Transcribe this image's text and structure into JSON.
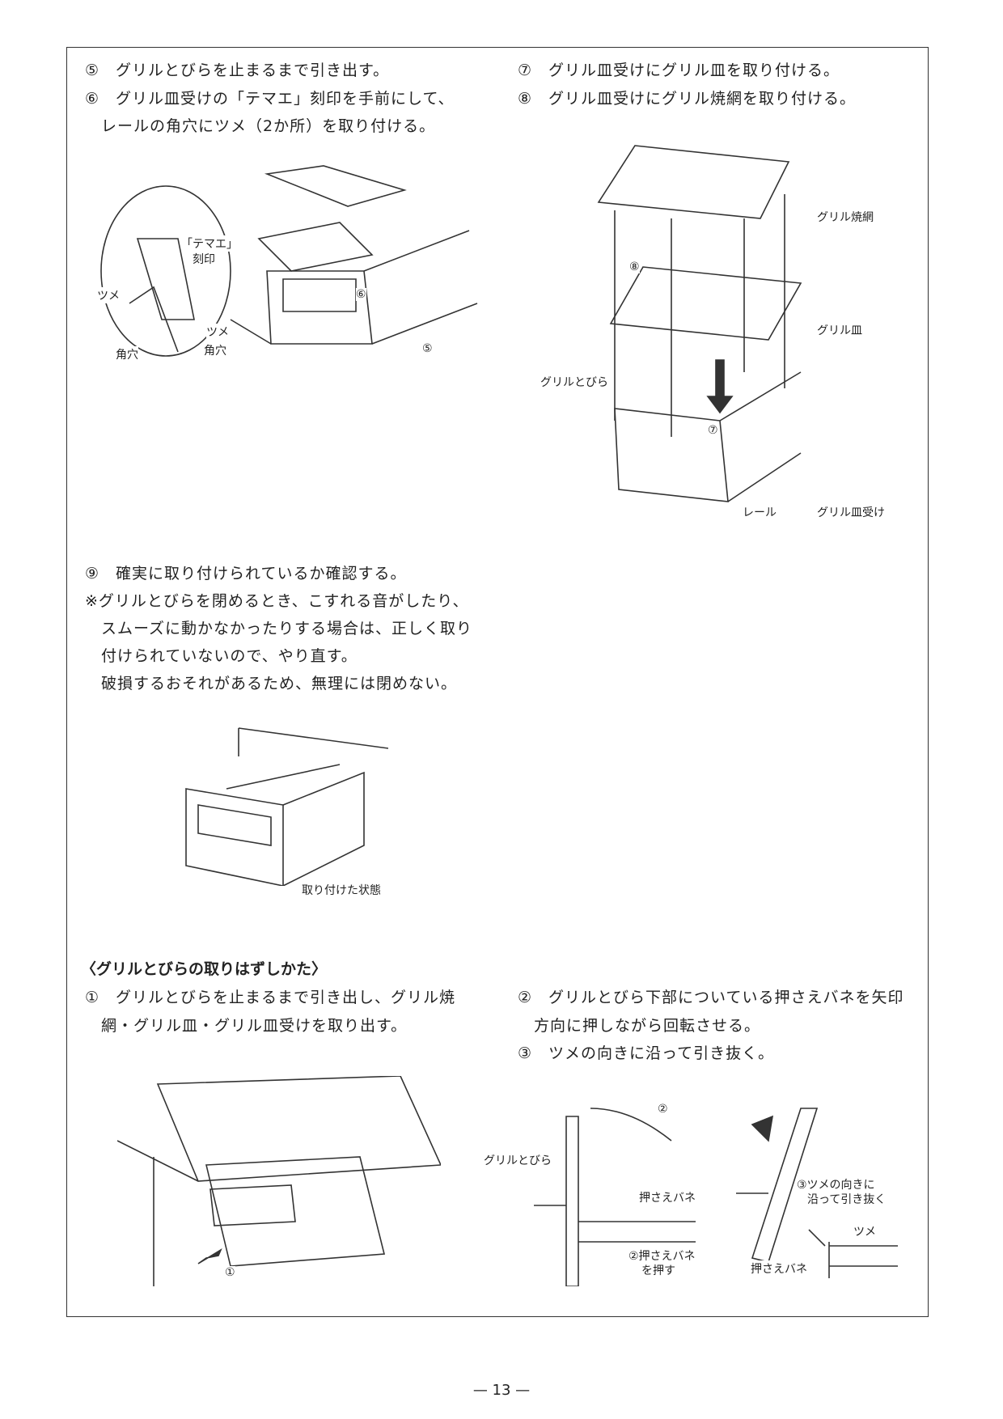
{
  "install_steps": {
    "step5": "⑤　グリルとびらを止まるまで引き出す。",
    "step6_line1": "⑥　グリル皿受けの「テマエ」刻印を手前にして、",
    "step6_line2": "レールの角穴にツメ（2か所）を取り付ける。",
    "step7": "⑦　グリル皿受けにグリル皿を取り付ける。",
    "step8": "⑧　グリル皿受けにグリル焼網を取り付ける。",
    "step9": "⑨　確実に取り付けられているか確認する。",
    "note_line1": "※グリルとびらを閉めるとき、こすれる音がしたり、",
    "note_line2": "スムーズに動かなかったりする場合は、正しく取り",
    "note_line3": "付けられていないので、やり直す。",
    "note_line4": "破損するおそれがあるため、無理には閉めない。"
  },
  "figure1": {
    "temae": "「テマエ」",
    "kokuin": "刻印",
    "tsume_left": "ツメ",
    "tsume_right": "ツメ",
    "kakuana_left": "角穴",
    "kakuana_right": "角穴",
    "mark6": "⑥",
    "mark5": "⑤"
  },
  "figure2": {
    "ami": "グリル焼網",
    "mark8": "⑧",
    "sara": "グリル皿",
    "tobira": "グリルとびら",
    "mark7": "⑦",
    "rail": "レール",
    "saraukе": "グリル皿受け"
  },
  "figure3": {
    "caption": "取り付けた状態"
  },
  "removal": {
    "heading": "〈グリルとびらの取りはずしかた〉",
    "step1_line1": "①　グリルとびらを止まるまで引き出し、グリル焼",
    "step1_line2": "網・グリル皿・グリル皿受けを取り出す。",
    "step2_line1": "②　グリルとびら下部についている押さえバネを矢印",
    "step2_line2": "方向に押しながら回転させる。",
    "step3": "③　ツメの向きに沿って引き抜く。"
  },
  "figure4": {
    "mark1": "①"
  },
  "figure5": {
    "mark2": "②",
    "tobira": "グリルとびら",
    "bane": "押さえバネ",
    "push_line1": "②押さえバネ",
    "push_line2": "を押す"
  },
  "figure6": {
    "pull_line1": "③ツメの向きに",
    "pull_line2": "沿って引き抜く",
    "tsume": "ツメ",
    "bane": "押さえバネ"
  },
  "page_number": "— 13 —"
}
